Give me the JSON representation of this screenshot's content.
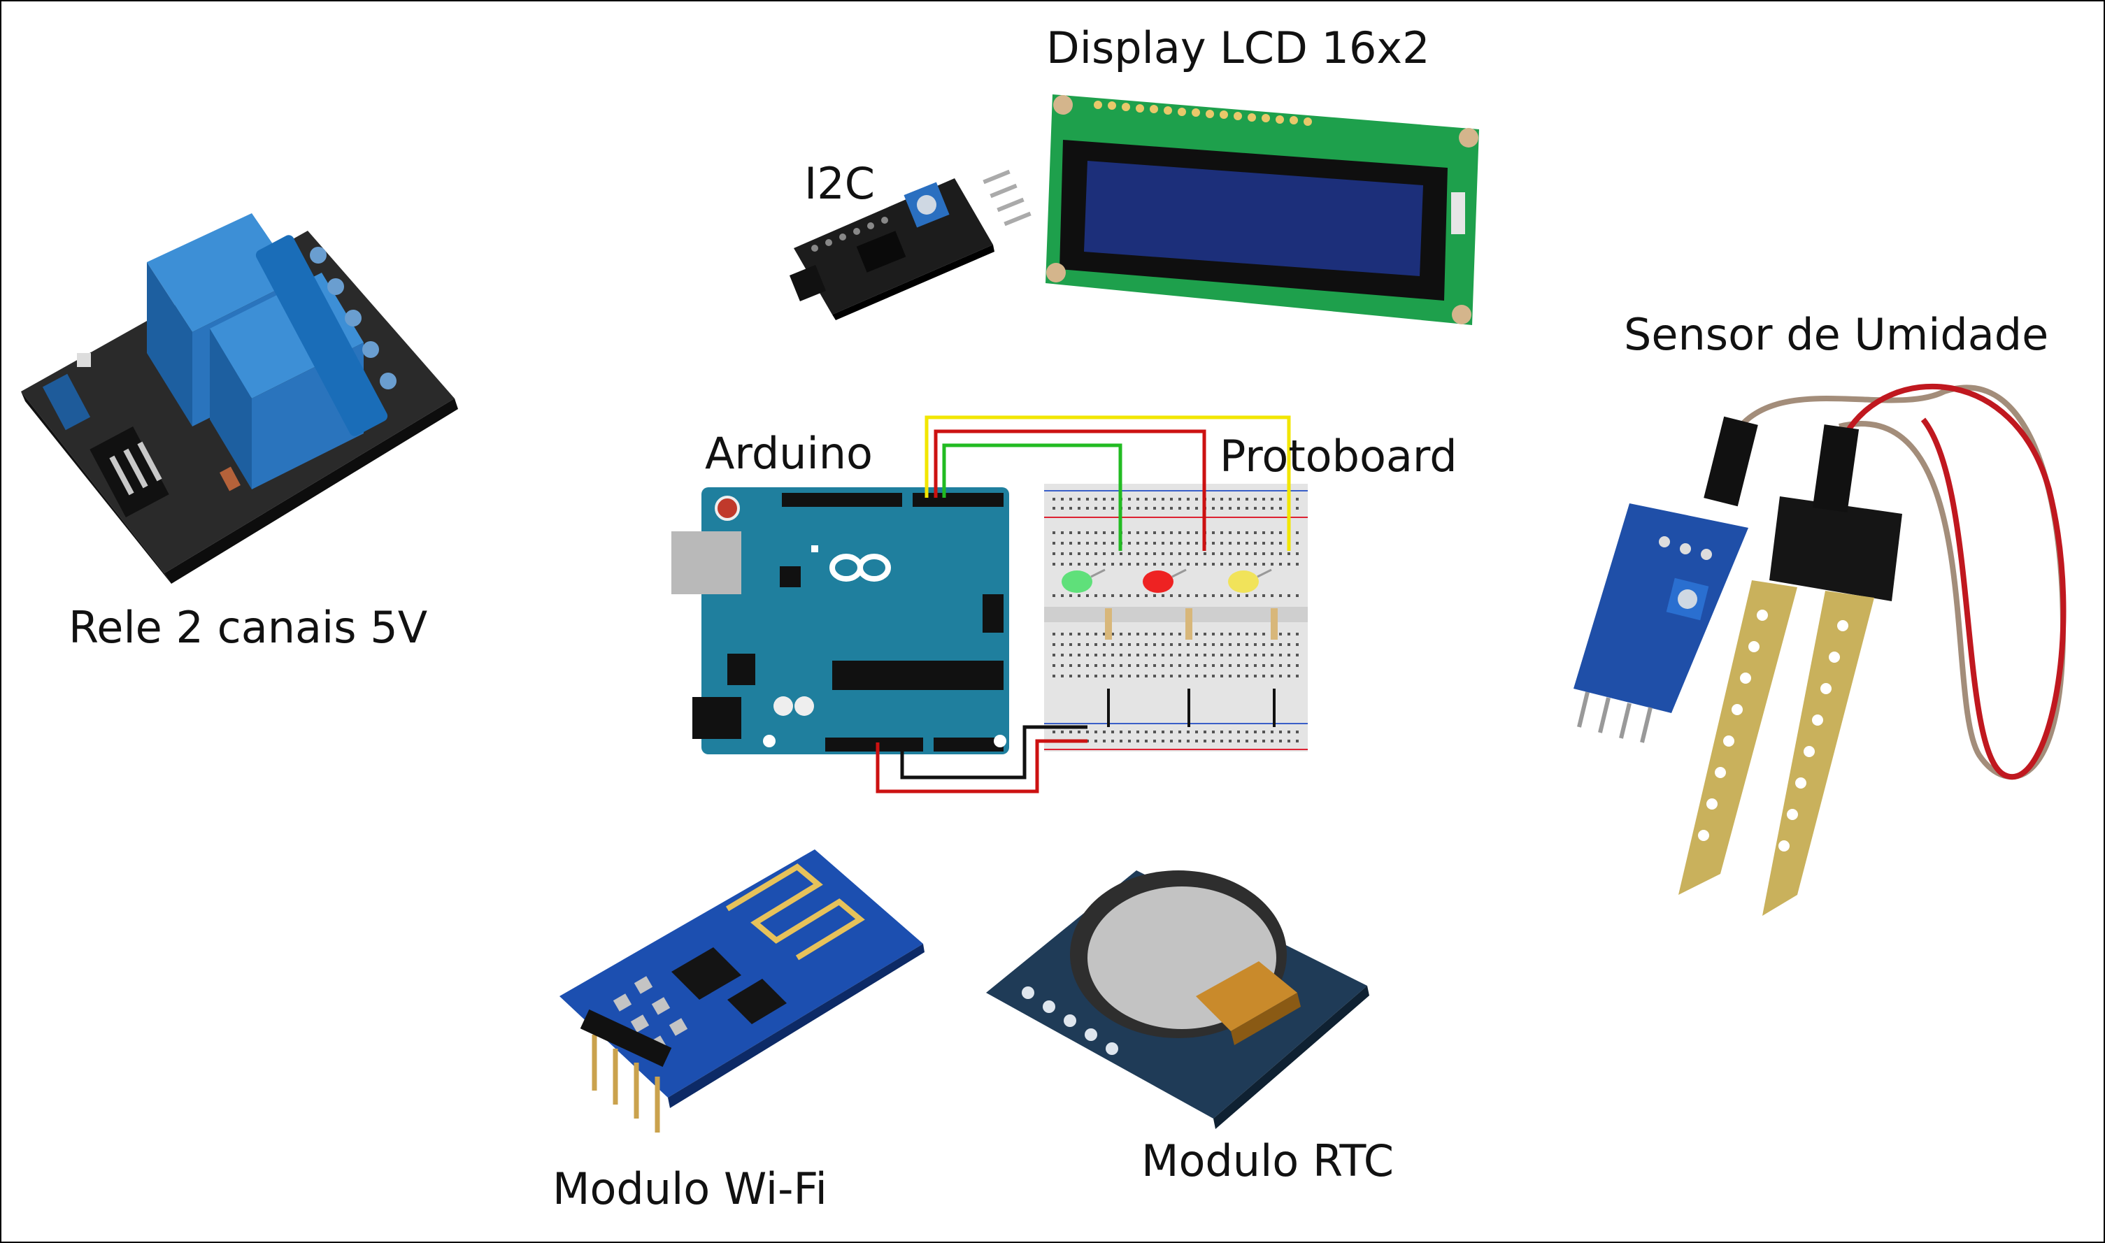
{
  "labels": {
    "display_lcd": "Display LCD 16x2",
    "i2c": "I2C",
    "rele": "Rele 2 canais 5V",
    "sensor_umidade": "Sensor de Umidade",
    "arduino": "Arduino",
    "protoboard": "Protoboard",
    "modulo_wifi": "Modulo Wi-Fi",
    "modulo_rtc": "Modulo RTC"
  },
  "colors": {
    "arduino_blue": "#1f7f9e",
    "relay_blue": "#2d78c0",
    "lcd_green": "#1b9a4a",
    "lcd_screen": "#1a2a6b",
    "wifi_blue": "#1c4fb0",
    "rtc_board": "#1f3b57",
    "wire_yellow": "#f2e600",
    "wire_red": "#cc1111",
    "wire_green": "#22bb22",
    "wire_black": "#111111"
  },
  "breadboard_leds": [
    "green",
    "red",
    "yellow"
  ]
}
